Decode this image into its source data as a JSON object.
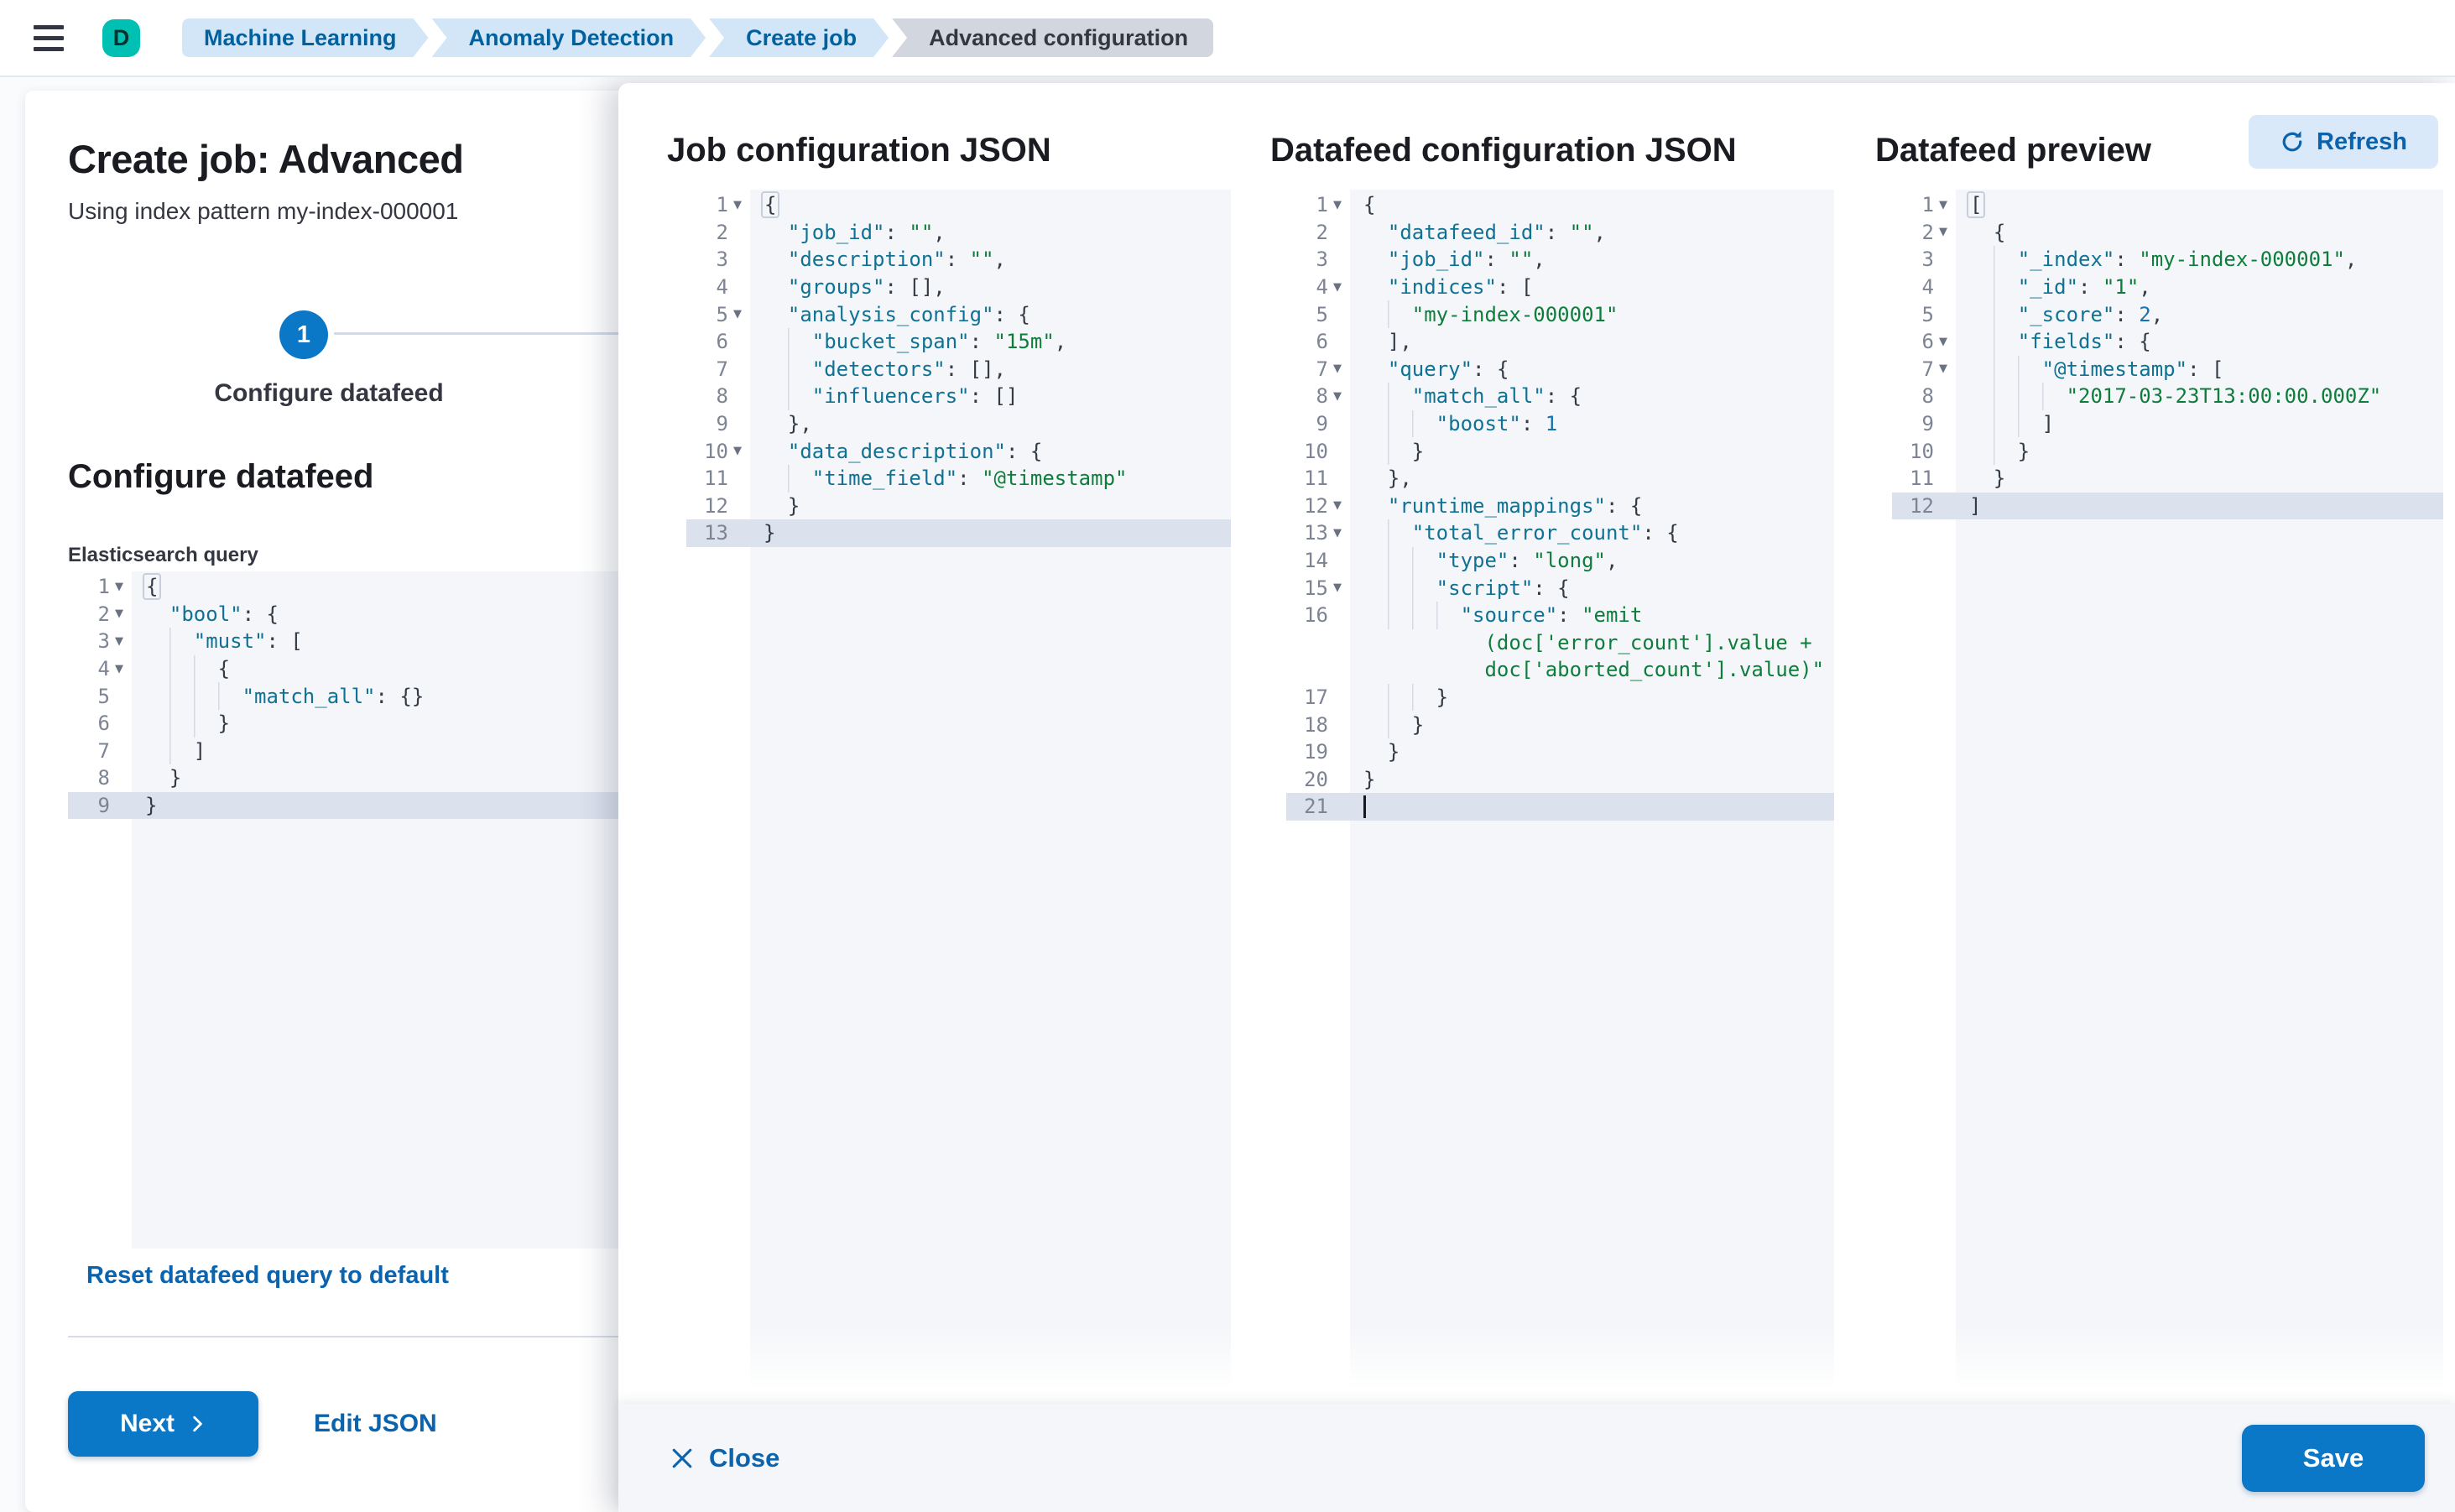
{
  "topbar": {
    "avatar_initial": "D",
    "breadcrumbs": [
      "Machine Learning",
      "Anomaly Detection",
      "Create job",
      "Advanced configuration"
    ]
  },
  "wizard": {
    "title": "Create job: Advanced",
    "subtitle": "Using index pattern my-index-000001",
    "step_number": "1",
    "step_label": "Configure datafeed",
    "section_heading": "Configure datafeed",
    "query_label": "Elasticsearch query",
    "reset_link": "Reset datafeed query to default",
    "next_label": "Next",
    "edit_json_label": "Edit JSON"
  },
  "flyout": {
    "panels": [
      {
        "title": "Job configuration JSON"
      },
      {
        "title": "Datafeed configuration JSON"
      },
      {
        "title": "Datafeed preview",
        "refresh_label": "Refresh"
      }
    ],
    "close_label": "Close",
    "save_label": "Save"
  },
  "colors": {
    "primary": "#0b77c7",
    "link": "#0c63ad",
    "avatar": "#00bfb3",
    "code_key": "#0f7294",
    "code_string": "#0e7d3c",
    "code_number": "#1572b0",
    "active_line": "#dbe2ee"
  },
  "icons": [
    "menu-icon",
    "chevron-right-icon",
    "refresh-icon",
    "close-icon"
  ],
  "editors": {
    "query": [
      {
        "n": "1",
        "f": 1,
        "i": 0,
        "g": 0,
        "t": [
          [
            "pb",
            "{"
          ]
        ]
      },
      {
        "n": "2",
        "f": 1,
        "i": 2,
        "g": 0,
        "t": [
          [
            "k",
            "\"bool\""
          ],
          [
            "p",
            ": {"
          ]
        ]
      },
      {
        "n": "3",
        "f": 1,
        "i": 4,
        "g": 1,
        "t": [
          [
            "k",
            "\"must\""
          ],
          [
            "p",
            ": ["
          ]
        ]
      },
      {
        "n": "4",
        "f": 1,
        "i": 6,
        "g": 2,
        "t": [
          [
            "p",
            "{"
          ]
        ]
      },
      {
        "n": "5",
        "i": 8,
        "g": 3,
        "t": [
          [
            "k",
            "\"match_all\""
          ],
          [
            "p",
            ": {}"
          ]
        ]
      },
      {
        "n": "6",
        "i": 6,
        "g": 2,
        "t": [
          [
            "p",
            "}"
          ]
        ]
      },
      {
        "n": "7",
        "i": 4,
        "g": 1,
        "t": [
          [
            "p",
            "]"
          ]
        ]
      },
      {
        "n": "8",
        "i": 2,
        "g": 0,
        "t": [
          [
            "p",
            "}"
          ]
        ]
      },
      {
        "n": "9",
        "i": 0,
        "g": 0,
        "a": 1,
        "t": [
          [
            "p",
            "}"
          ]
        ]
      }
    ],
    "job": [
      {
        "n": "1",
        "f": 1,
        "t": [
          [
            "pb",
            "{"
          ]
        ]
      },
      {
        "n": "2",
        "i": 2,
        "t": [
          [
            "k",
            "\"job_id\""
          ],
          [
            "p",
            ": "
          ],
          [
            "s",
            "\"\""
          ],
          [
            "p",
            ","
          ]
        ]
      },
      {
        "n": "3",
        "i": 2,
        "t": [
          [
            "k",
            "\"description\""
          ],
          [
            "p",
            ": "
          ],
          [
            "s",
            "\"\""
          ],
          [
            "p",
            ","
          ]
        ]
      },
      {
        "n": "4",
        "i": 2,
        "t": [
          [
            "k",
            "\"groups\""
          ],
          [
            "p",
            ": [],"
          ]
        ]
      },
      {
        "n": "5",
        "f": 1,
        "i": 2,
        "t": [
          [
            "k",
            "\"analysis_config\""
          ],
          [
            "p",
            ": {"
          ]
        ]
      },
      {
        "n": "6",
        "i": 4,
        "g": 1,
        "t": [
          [
            "k",
            "\"bucket_span\""
          ],
          [
            "p",
            ": "
          ],
          [
            "s",
            "\"15m\""
          ],
          [
            "p",
            ","
          ]
        ]
      },
      {
        "n": "7",
        "i": 4,
        "g": 1,
        "t": [
          [
            "k",
            "\"detectors\""
          ],
          [
            "p",
            ": [],"
          ]
        ]
      },
      {
        "n": "8",
        "i": 4,
        "g": 1,
        "t": [
          [
            "k",
            "\"influencers\""
          ],
          [
            "p",
            ": []"
          ]
        ]
      },
      {
        "n": "9",
        "i": 2,
        "t": [
          [
            "p",
            "},"
          ]
        ]
      },
      {
        "n": "10",
        "f": 1,
        "i": 2,
        "t": [
          [
            "k",
            "\"data_description\""
          ],
          [
            "p",
            ": {"
          ]
        ]
      },
      {
        "n": "11",
        "i": 4,
        "g": 1,
        "t": [
          [
            "k",
            "\"time_field\""
          ],
          [
            "p",
            ": "
          ],
          [
            "s",
            "\"@timestamp\""
          ]
        ]
      },
      {
        "n": "12",
        "i": 2,
        "t": [
          [
            "p",
            "}"
          ]
        ]
      },
      {
        "n": "13",
        "a": 1,
        "t": [
          [
            "p",
            "}"
          ]
        ]
      }
    ],
    "datafeed": [
      {
        "n": "1",
        "f": 1,
        "t": [
          [
            "p",
            "{"
          ]
        ]
      },
      {
        "n": "2",
        "i": 2,
        "t": [
          [
            "k",
            "\"datafeed_id\""
          ],
          [
            "p",
            ": "
          ],
          [
            "s",
            "\"\""
          ],
          [
            "p",
            ","
          ]
        ]
      },
      {
        "n": "3",
        "i": 2,
        "t": [
          [
            "k",
            "\"job_id\""
          ],
          [
            "p",
            ": "
          ],
          [
            "s",
            "\"\""
          ],
          [
            "p",
            ","
          ]
        ]
      },
      {
        "n": "4",
        "f": 1,
        "i": 2,
        "t": [
          [
            "k",
            "\"indices\""
          ],
          [
            "p",
            ": ["
          ]
        ]
      },
      {
        "n": "5",
        "i": 4,
        "g": 1,
        "t": [
          [
            "s",
            "\"my-index-000001\""
          ]
        ]
      },
      {
        "n": "6",
        "i": 2,
        "t": [
          [
            "p",
            "],"
          ]
        ]
      },
      {
        "n": "7",
        "f": 1,
        "i": 2,
        "t": [
          [
            "k",
            "\"query\""
          ],
          [
            "p",
            ": {"
          ]
        ]
      },
      {
        "n": "8",
        "f": 1,
        "i": 4,
        "g": 1,
        "t": [
          [
            "k",
            "\"match_all\""
          ],
          [
            "p",
            ": {"
          ]
        ]
      },
      {
        "n": "9",
        "i": 6,
        "g": 2,
        "t": [
          [
            "k",
            "\"boost\""
          ],
          [
            "p",
            ": "
          ],
          [
            "n",
            "1"
          ]
        ]
      },
      {
        "n": "10",
        "i": 4,
        "g": 1,
        "t": [
          [
            "p",
            "}"
          ]
        ]
      },
      {
        "n": "11",
        "i": 2,
        "t": [
          [
            "p",
            "},"
          ]
        ]
      },
      {
        "n": "12",
        "f": 1,
        "i": 2,
        "t": [
          [
            "k",
            "\"runtime_mappings\""
          ],
          [
            "p",
            ": {"
          ]
        ]
      },
      {
        "n": "13",
        "f": 1,
        "i": 4,
        "g": 1,
        "t": [
          [
            "k",
            "\"total_error_count\""
          ],
          [
            "p",
            ": {"
          ]
        ]
      },
      {
        "n": "14",
        "i": 6,
        "g": 2,
        "t": [
          [
            "k",
            "\"type\""
          ],
          [
            "p",
            ": "
          ],
          [
            "s",
            "\"long\""
          ],
          [
            "p",
            ","
          ]
        ]
      },
      {
        "n": "15",
        "f": 1,
        "i": 6,
        "g": 2,
        "t": [
          [
            "k",
            "\"script\""
          ],
          [
            "p",
            ": {"
          ]
        ]
      },
      {
        "n": "16",
        "i": 8,
        "g": 3,
        "t": [
          [
            "k",
            "\"source\""
          ],
          [
            "p",
            ": "
          ],
          [
            "s",
            "\"emit"
          ]
        ]
      },
      {
        "i": 10,
        "t": [
          [
            "s",
            "(doc['error_count'].value +"
          ]
        ]
      },
      {
        "i": 10,
        "t": [
          [
            "s",
            "doc['aborted_count'].value)\""
          ]
        ]
      },
      {
        "n": "17",
        "i": 6,
        "g": 2,
        "t": [
          [
            "p",
            "}"
          ]
        ]
      },
      {
        "n": "18",
        "i": 4,
        "g": 1,
        "t": [
          [
            "p",
            "}"
          ]
        ]
      },
      {
        "n": "19",
        "i": 2,
        "t": [
          [
            "p",
            "}"
          ]
        ]
      },
      {
        "n": "20",
        "t": [
          [
            "p",
            "}"
          ]
        ]
      },
      {
        "n": "21",
        "a": 1,
        "cur": 1,
        "t": []
      }
    ],
    "preview": [
      {
        "n": "1",
        "f": 1,
        "t": [
          [
            "pb",
            "["
          ]
        ]
      },
      {
        "n": "2",
        "f": 1,
        "i": 2,
        "t": [
          [
            "p",
            "{"
          ]
        ]
      },
      {
        "n": "3",
        "i": 4,
        "g": 1,
        "t": [
          [
            "k",
            "\"_index\""
          ],
          [
            "p",
            ": "
          ],
          [
            "s",
            "\"my-index-000001\""
          ],
          [
            "p",
            ","
          ]
        ]
      },
      {
        "n": "4",
        "i": 4,
        "g": 1,
        "t": [
          [
            "k",
            "\"_id\""
          ],
          [
            "p",
            ": "
          ],
          [
            "s",
            "\"1\""
          ],
          [
            "p",
            ","
          ]
        ]
      },
      {
        "n": "5",
        "i": 4,
        "g": 1,
        "t": [
          [
            "k",
            "\"_score\""
          ],
          [
            "p",
            ": "
          ],
          [
            "n",
            "2"
          ],
          [
            "p",
            ","
          ]
        ]
      },
      {
        "n": "6",
        "f": 1,
        "i": 4,
        "g": 1,
        "t": [
          [
            "k",
            "\"fields\""
          ],
          [
            "p",
            ": {"
          ]
        ]
      },
      {
        "n": "7",
        "f": 1,
        "i": 6,
        "g": 2,
        "t": [
          [
            "k",
            "\"@timestamp\""
          ],
          [
            "p",
            ": ["
          ]
        ]
      },
      {
        "n": "8",
        "i": 8,
        "g": 3,
        "t": [
          [
            "s",
            "\"2017-03-23T13:00:00.000Z\""
          ]
        ]
      },
      {
        "n": "9",
        "i": 6,
        "g": 2,
        "t": [
          [
            "p",
            "]"
          ]
        ]
      },
      {
        "n": "10",
        "i": 4,
        "g": 1,
        "t": [
          [
            "p",
            "}"
          ]
        ]
      },
      {
        "n": "11",
        "i": 2,
        "t": [
          [
            "p",
            "}"
          ]
        ]
      },
      {
        "n": "12",
        "a": 1,
        "t": [
          [
            "p",
            "]"
          ]
        ]
      }
    ]
  }
}
